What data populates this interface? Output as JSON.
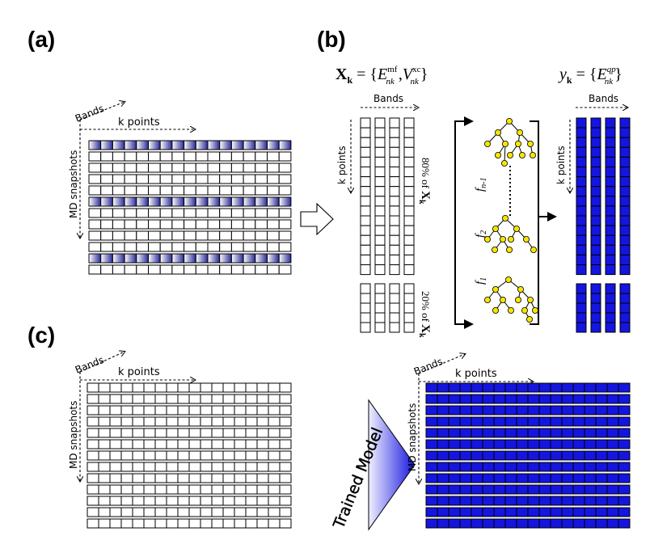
{
  "panels": {
    "a": "(a)",
    "b": "(b)",
    "c": "(c)"
  },
  "axes": {
    "bands": "Bands",
    "k_points": "k points",
    "md_snapshots": "MD snapshots"
  },
  "formulas": {
    "x_lhs": "X",
    "x_sub": "k",
    "x_eq": " = {",
    "e_mf": "E",
    "e_mf_sup": "mf",
    "e_mf_sub": "nk",
    "comma": " ,",
    "v_xc": "V",
    "v_xc_sup": "xc",
    "v_xc_sub": "nk",
    "x_close": "}",
    "y_lhs": "y",
    "y_sub": "k",
    "y_eq": " = {",
    "e_qp": "E",
    "e_qp_sup": "qp",
    "e_qp_sub": "nk",
    "y_close": "}"
  },
  "split": {
    "train_pct": "80% of ",
    "train_x": "X",
    "train_sub": "k",
    "test_pct": "20% of ",
    "test_x": "X",
    "test_sub": "k"
  },
  "trees": {
    "f_top": "f",
    "f_top_sub": "n-1",
    "f_mid": "f",
    "f_mid_sub": "2",
    "f_bot": "f",
    "f_bot_sub": "1"
  },
  "trained_model": "Trained Model",
  "colors": {
    "band_blue": "#1515e0",
    "band_dark": "#2a2a9a",
    "node_yellow": "#f5e600",
    "gradient_light": "#f0f0ff"
  }
}
